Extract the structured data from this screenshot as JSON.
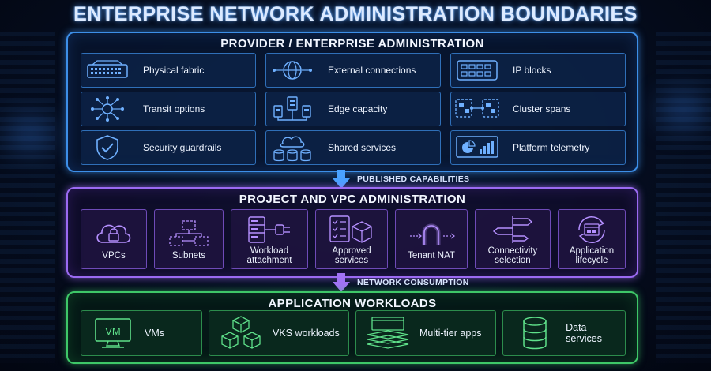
{
  "title": "ENTERPRISE NETWORK ADMINISTRATION BOUNDARIES",
  "provider": {
    "title": "PROVIDER / ENTERPRISE ADMINISTRATION",
    "items": [
      {
        "label": "Physical fabric",
        "icon": "switch-icon"
      },
      {
        "label": "External connections",
        "icon": "globe-icon"
      },
      {
        "label": "IP blocks",
        "icon": "ip-grid-icon"
      },
      {
        "label": "Transit options",
        "icon": "hub-icon"
      },
      {
        "label": "Edge capacity",
        "icon": "edge-servers-icon"
      },
      {
        "label": "Cluster spans",
        "icon": "cluster-span-icon"
      },
      {
        "label": "Security guardrails",
        "icon": "shield-check-icon"
      },
      {
        "label": "Shared services",
        "icon": "database-cloud-icon"
      },
      {
        "label": "Platform telemetry",
        "icon": "dashboard-chart-icon"
      }
    ]
  },
  "connector1": "PUBLISHED CAPABILITIES",
  "project": {
    "title": "PROJECT AND VPC ADMINISTRATION",
    "items": [
      {
        "label": "VPCs",
        "icon": "cloud-lock-icon"
      },
      {
        "label": "Subnets",
        "icon": "subnet-icon"
      },
      {
        "label": "Workload attachment",
        "icon": "server-plug-icon"
      },
      {
        "label": "Approved services",
        "icon": "checklist-box-icon"
      },
      {
        "label": "Tenant NAT",
        "icon": "nat-arc-icon"
      },
      {
        "label": "Connectivity selection",
        "icon": "signpost-icon"
      },
      {
        "label": "Application lifecycle",
        "icon": "lifecycle-icon"
      }
    ]
  },
  "connector2": "NETWORK CONSUMPTION",
  "workloads": {
    "title": "APPLICATION WORKLOADS",
    "items": [
      {
        "label": "VMs",
        "icon": "vm-monitor-icon",
        "badge": "VM"
      },
      {
        "label": "VKS workloads",
        "icon": "cubes-icon"
      },
      {
        "label": "Multi-tier apps",
        "icon": "layers-icon"
      },
      {
        "label": "Data services",
        "icon": "database-icon"
      }
    ]
  },
  "colors": {
    "provider": "#3d8fe8",
    "project": "#9b6af2",
    "workloads": "#3ec768"
  }
}
